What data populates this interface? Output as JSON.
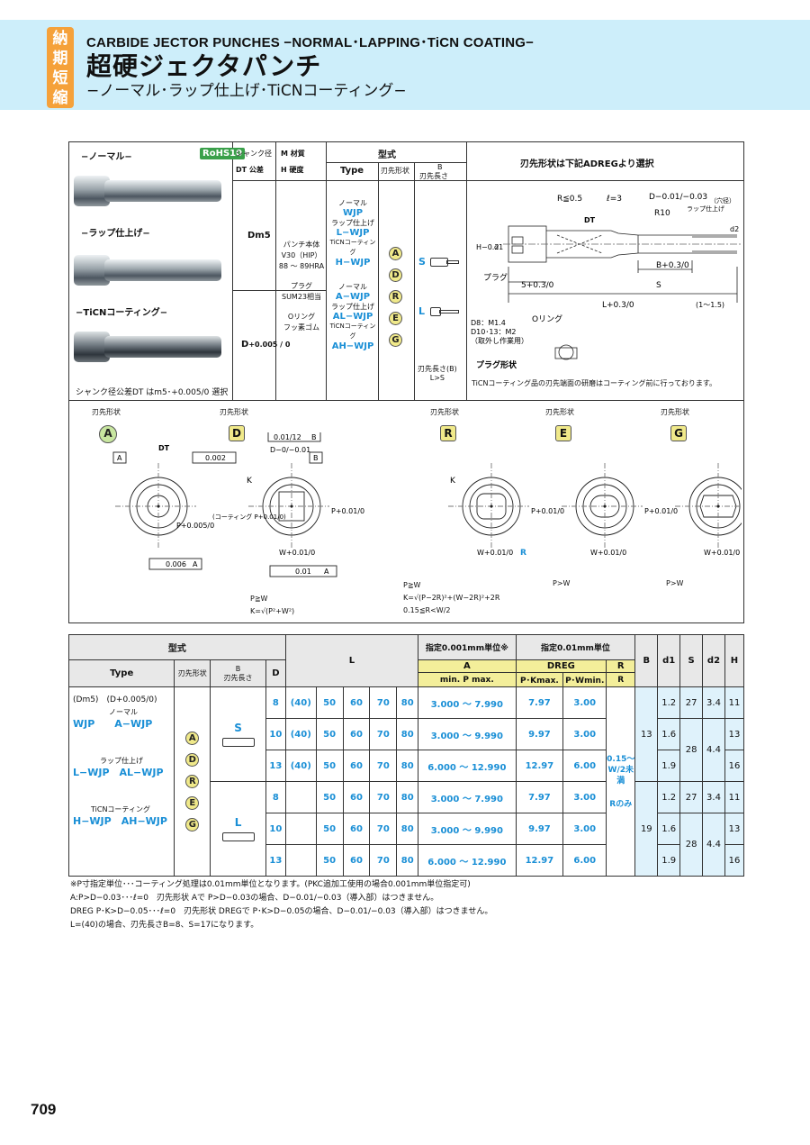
{
  "header": {
    "badge": [
      "納",
      "期",
      "短",
      "縮"
    ],
    "title_en": "CARBIDE JECTOR PUNCHES −NORMAL･LAPPING･TiCN COATING−",
    "title_ja": "超硬ジェクタパンチ",
    "subtitle": "−ノーマル･ラップ仕上げ･TiCNコーティング−"
  },
  "spec": {
    "normal_label": "−ノーマル−",
    "rohs": "RoHS10",
    "lap_label": "−ラップ仕上げ−",
    "ticn_label": "−TiCNコーティング−",
    "shank_note": "シャンク径公差DT はm5･+0.005/0 選択",
    "col_shank": "シャンク径",
    "col_tol": "公差",
    "col_mat": "材質",
    "col_hard": "硬度",
    "col_type_hdr": "型式",
    "col_type": "Type",
    "col_tip": "刃先形状",
    "col_b": "B",
    "col_blen": "刃先長さ",
    "col_shape": "刃先形状は下記ADREGより選択",
    "dm5": "Dm5",
    "dplus": "D",
    "dplus_tol": "+0.005 / 0",
    "mat1": "パンチ本体",
    "mat2": "V30（HIP）",
    "mat3": "88 〜 89HRA",
    "mat4": "プラグ",
    "mat5": "SUM23相当",
    "mat6": "Oリング",
    "mat7": "フッ素ゴム",
    "t_wjp_l": "ノーマル",
    "t_wjp": "WJP",
    "t_lwjp_l": "ラップ仕上げ",
    "t_lwjp": "L−WJP",
    "t_hwjp_l": "TiCNコーティング",
    "t_hwjp": "H−WJP",
    "t_awjp_l": "ノーマル",
    "t_awjp": "A−WJP",
    "t_alwjp_l": "ラップ仕上げ",
    "t_alwjp": "AL−WJP",
    "t_ahwjp_l": "TiCNコーティング",
    "t_ahwjp": "AH−WJP",
    "tips": [
      "A",
      "D",
      "R",
      "E",
      "G"
    ],
    "s": "S",
    "l": "L",
    "blen_note1": "刃先長さ(B)",
    "blen_note2": "L>S",
    "d_r": "R≦0.5",
    "d_l": "ℓ=3",
    "d_d": "D−0.01/−0.03",
    "d_r10": "R10",
    "d_lap": "ラップ仕上げ",
    "d_ana": "（穴径）",
    "d_h": "H−0.2",
    "d_d1": "d1",
    "d_dt": "DT",
    "d_d2": "d2",
    "d_b": "B+0.3/0",
    "d_s": "S",
    "d_5": "5+0.3/0",
    "d_L": "L+0.3/0",
    "d_115": "(1〜1.5)",
    "d_plug": "プラグ",
    "d_oring": "Oリング",
    "d_screw": "D8：M1.4",
    "d_screw2": "D10･13：M2",
    "d_screw3": "（取外し作業用）",
    "d_plugshape": "プラグ形状",
    "d_note": "TiCNコーティング品の刃先端面の研磨はコーティング前に行っております。",
    "shape_hdr": "刃先形状",
    "c_tol1": "0.01/12",
    "c_tol2": "0.002",
    "c_tol3": "0.006",
    "c_tol4": "0.01",
    "c_D": "D−0/−0.01",
    "c_p": "P+0.005/0",
    "c_coat": "(コーティング P+0.01/0)",
    "c_w": "W+0.01/0",
    "c_K": "K",
    "c_R": "R",
    "c_pd": "P+0.01/0",
    "c_A": "A",
    "c_B": "B",
    "n1": "P≧W",
    "n2": "K=√(P²+W²)",
    "n3": "P≧W",
    "n4": "K=√(P−2R)²+(W−2R)²+2R",
    "n5": "0.15≦R<W/2",
    "n6": "P>W",
    "n7": "P>W"
  },
  "table": {
    "h_type_group": "型式",
    "h_type": "Type",
    "h_tip": "刃先形状",
    "h_b": "B",
    "h_blen": "刃先長さ",
    "h_d": "D",
    "h_L": "L",
    "h_unit1": "指定0.001mm単位※",
    "h_unit2": "指定0.01mm単位",
    "h_A": "A",
    "h_DREG": "DREG",
    "h_R": "R",
    "h_minmax": "min. P max.",
    "h_pk": "P･Kmax.",
    "h_pw": "P･Wmin.",
    "h_B": "B",
    "h_d1": "d1",
    "h_S": "S",
    "h_d2": "d2",
    "h_H": "H",
    "shank1": "(Dm5)",
    "shank2": "(D+0.005/0)",
    "normal": "ノーマル",
    "wjp": "WJP",
    "awjp": "A−WJP",
    "lap": "ラップ仕上げ",
    "lwjp": "L−WJP",
    "alwjp": "AL−WJP",
    "ticn": "TiCNコーティング",
    "hwjp": "H−WJP",
    "ahwjp": "AH−WJP",
    "s": "S",
    "l": "L",
    "r_note": "0.15〜W/2未満",
    "r_only": "Rのみ",
    "rows": [
      {
        "d": "8",
        "l40": "(40)",
        "l": [
          "50",
          "60",
          "70",
          "80"
        ],
        "pmin": "3.000",
        "pmax": "7.990",
        "pk": "7.97",
        "pw": "3.00",
        "b": "13",
        "d1": "1.2",
        "s": "27",
        "d2": "3.4",
        "h": "11"
      },
      {
        "d": "10",
        "l40": "(40)",
        "l": [
          "50",
          "60",
          "70",
          "80"
        ],
        "pmin": "3.000",
        "pmax": "9.990",
        "pk": "9.97",
        "pw": "3.00",
        "b": "",
        "d1": "1.6",
        "s": "28",
        "d2": "4.4",
        "h": "13"
      },
      {
        "d": "13",
        "l40": "(40)",
        "l": [
          "50",
          "60",
          "70",
          "80"
        ],
        "pmin": "6.000",
        "pmax": "12.990",
        "pk": "12.97",
        "pw": "6.00",
        "b": "",
        "d1": "1.9",
        "s": "",
        "d2": "",
        "h": "16"
      },
      {
        "d": "8",
        "l40": "",
        "l": [
          "50",
          "60",
          "70",
          "80"
        ],
        "pmin": "3.000",
        "pmax": "7.990",
        "pk": "7.97",
        "pw": "3.00",
        "b": "19",
        "d1": "1.2",
        "s": "27",
        "d2": "3.4",
        "h": "11"
      },
      {
        "d": "10",
        "l40": "",
        "l": [
          "50",
          "60",
          "70",
          "80"
        ],
        "pmin": "3.000",
        "pmax": "9.990",
        "pk": "9.97",
        "pw": "3.00",
        "b": "",
        "d1": "1.6",
        "s": "28",
        "d2": "4.4",
        "h": "13"
      },
      {
        "d": "13",
        "l40": "",
        "l": [
          "50",
          "60",
          "70",
          "80"
        ],
        "pmin": "6.000",
        "pmax": "12.990",
        "pk": "12.97",
        "pw": "6.00",
        "b": "",
        "d1": "1.9",
        "s": "",
        "d2": "",
        "h": "16"
      }
    ],
    "tilde": "〜"
  },
  "notes": [
    "※P寸指定単位･･･コーティング処理は0.01mm単位となります。(PKC追加工使用の場合0.001mm単位指定可)",
    "A:P>D−0.03･･･ℓ=0　刃先形状 Aで P>D−0.03の場合、D−0.01/−0.03（導入部）はつきません。",
    "DREG P･K>D−0.05･･･ℓ=0　刃先形状 DREGで P･K>D−0.05の場合、D−0.01/−0.03（導入部）はつきません。",
    "L=(40)の場合、刃先長さB=8、S=17になります。"
  ],
  "page_number": "709"
}
